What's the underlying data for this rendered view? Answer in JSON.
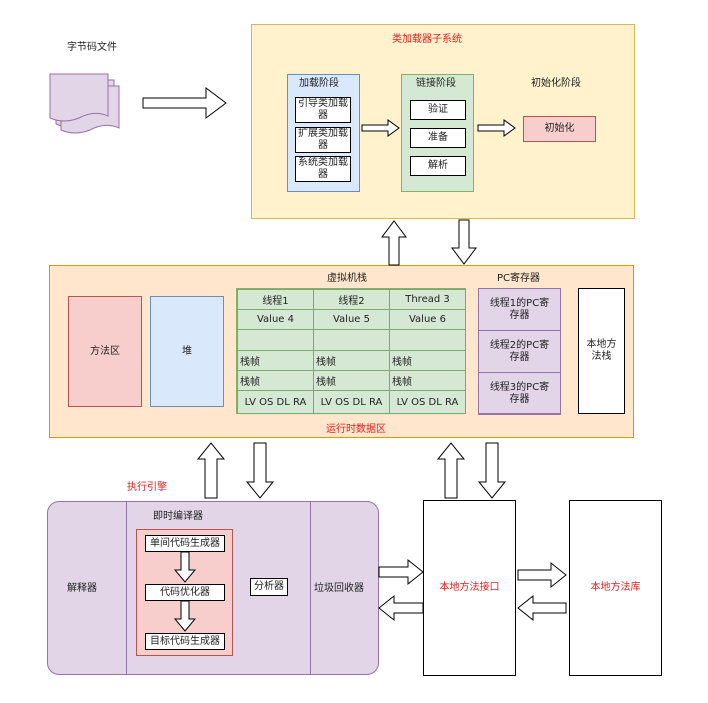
{
  "file": {
    "label": "字节码文件"
  },
  "classloader": {
    "title": "类加载器子系统",
    "loading_phase": {
      "title": "加载阶段",
      "items": [
        "引导类加载器",
        "扩展类加载器",
        "系统类加载器"
      ]
    },
    "linking_phase": {
      "title": "链接阶段",
      "items": [
        "验证",
        "准备",
        "解析"
      ]
    },
    "init_phase": {
      "title": "初始化阶段",
      "item": "初始化"
    }
  },
  "runtime": {
    "title": "运行时数据区",
    "method_area": "方法区",
    "heap": "堆",
    "vm_stack": {
      "title": "虚拟机栈",
      "columns": [
        "线程1",
        "线程2",
        "Thread 3"
      ],
      "values": [
        "Value 4",
        "Value 5",
        "Value 6"
      ],
      "frame": "栈帧",
      "locals": "LV OS DL RA"
    },
    "pc_register": {
      "title": "PC寄存器",
      "items": [
        "线程1的PC寄存器",
        "线程2的PC寄存器",
        "线程3的PC寄存器"
      ]
    },
    "native_stack": "本地方法栈"
  },
  "engine": {
    "title": "执行引擎",
    "interpreter": "解释器",
    "jit": {
      "title": "即时编译器",
      "items": [
        "单间代码生成器",
        "代码优化器",
        "目标代码生成器"
      ],
      "analyzer": "分析器"
    },
    "gc": "垃圾回收器"
  },
  "native_interface": "本地方法接口",
  "native_library": "本地方法库",
  "colors": {
    "classloader_bg": "#fff2cc",
    "classloader_border": "#d6b656",
    "runtime_bg": "#ffe6cc",
    "runtime_border": "#d79b00",
    "engine_bg": "#e1d5e7",
    "engine_border": "#9673a6",
    "loading_bg": "#dae8fc",
    "linking_bg": "#d5e8d4",
    "init_bg": "#f8cecc",
    "title_red": "#e02020"
  }
}
